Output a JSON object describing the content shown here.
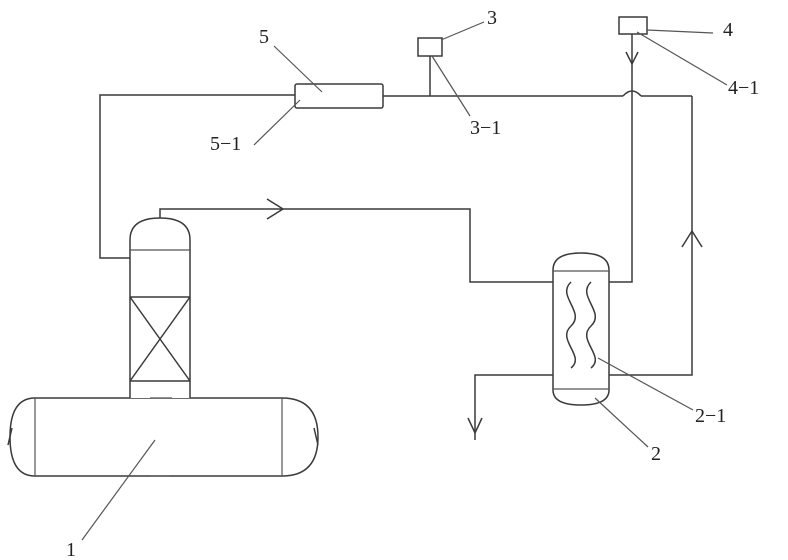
{
  "labels": {
    "l1": "1",
    "l2": "2",
    "l2_1": "2−1",
    "l3": "3",
    "l3_1": "3−1",
    "l4": "4",
    "l4_1": "4−1",
    "l5": "5",
    "l5_1": "5−1"
  },
  "colors": {
    "line": "#3a3a3a",
    "background": "#ffffff"
  }
}
